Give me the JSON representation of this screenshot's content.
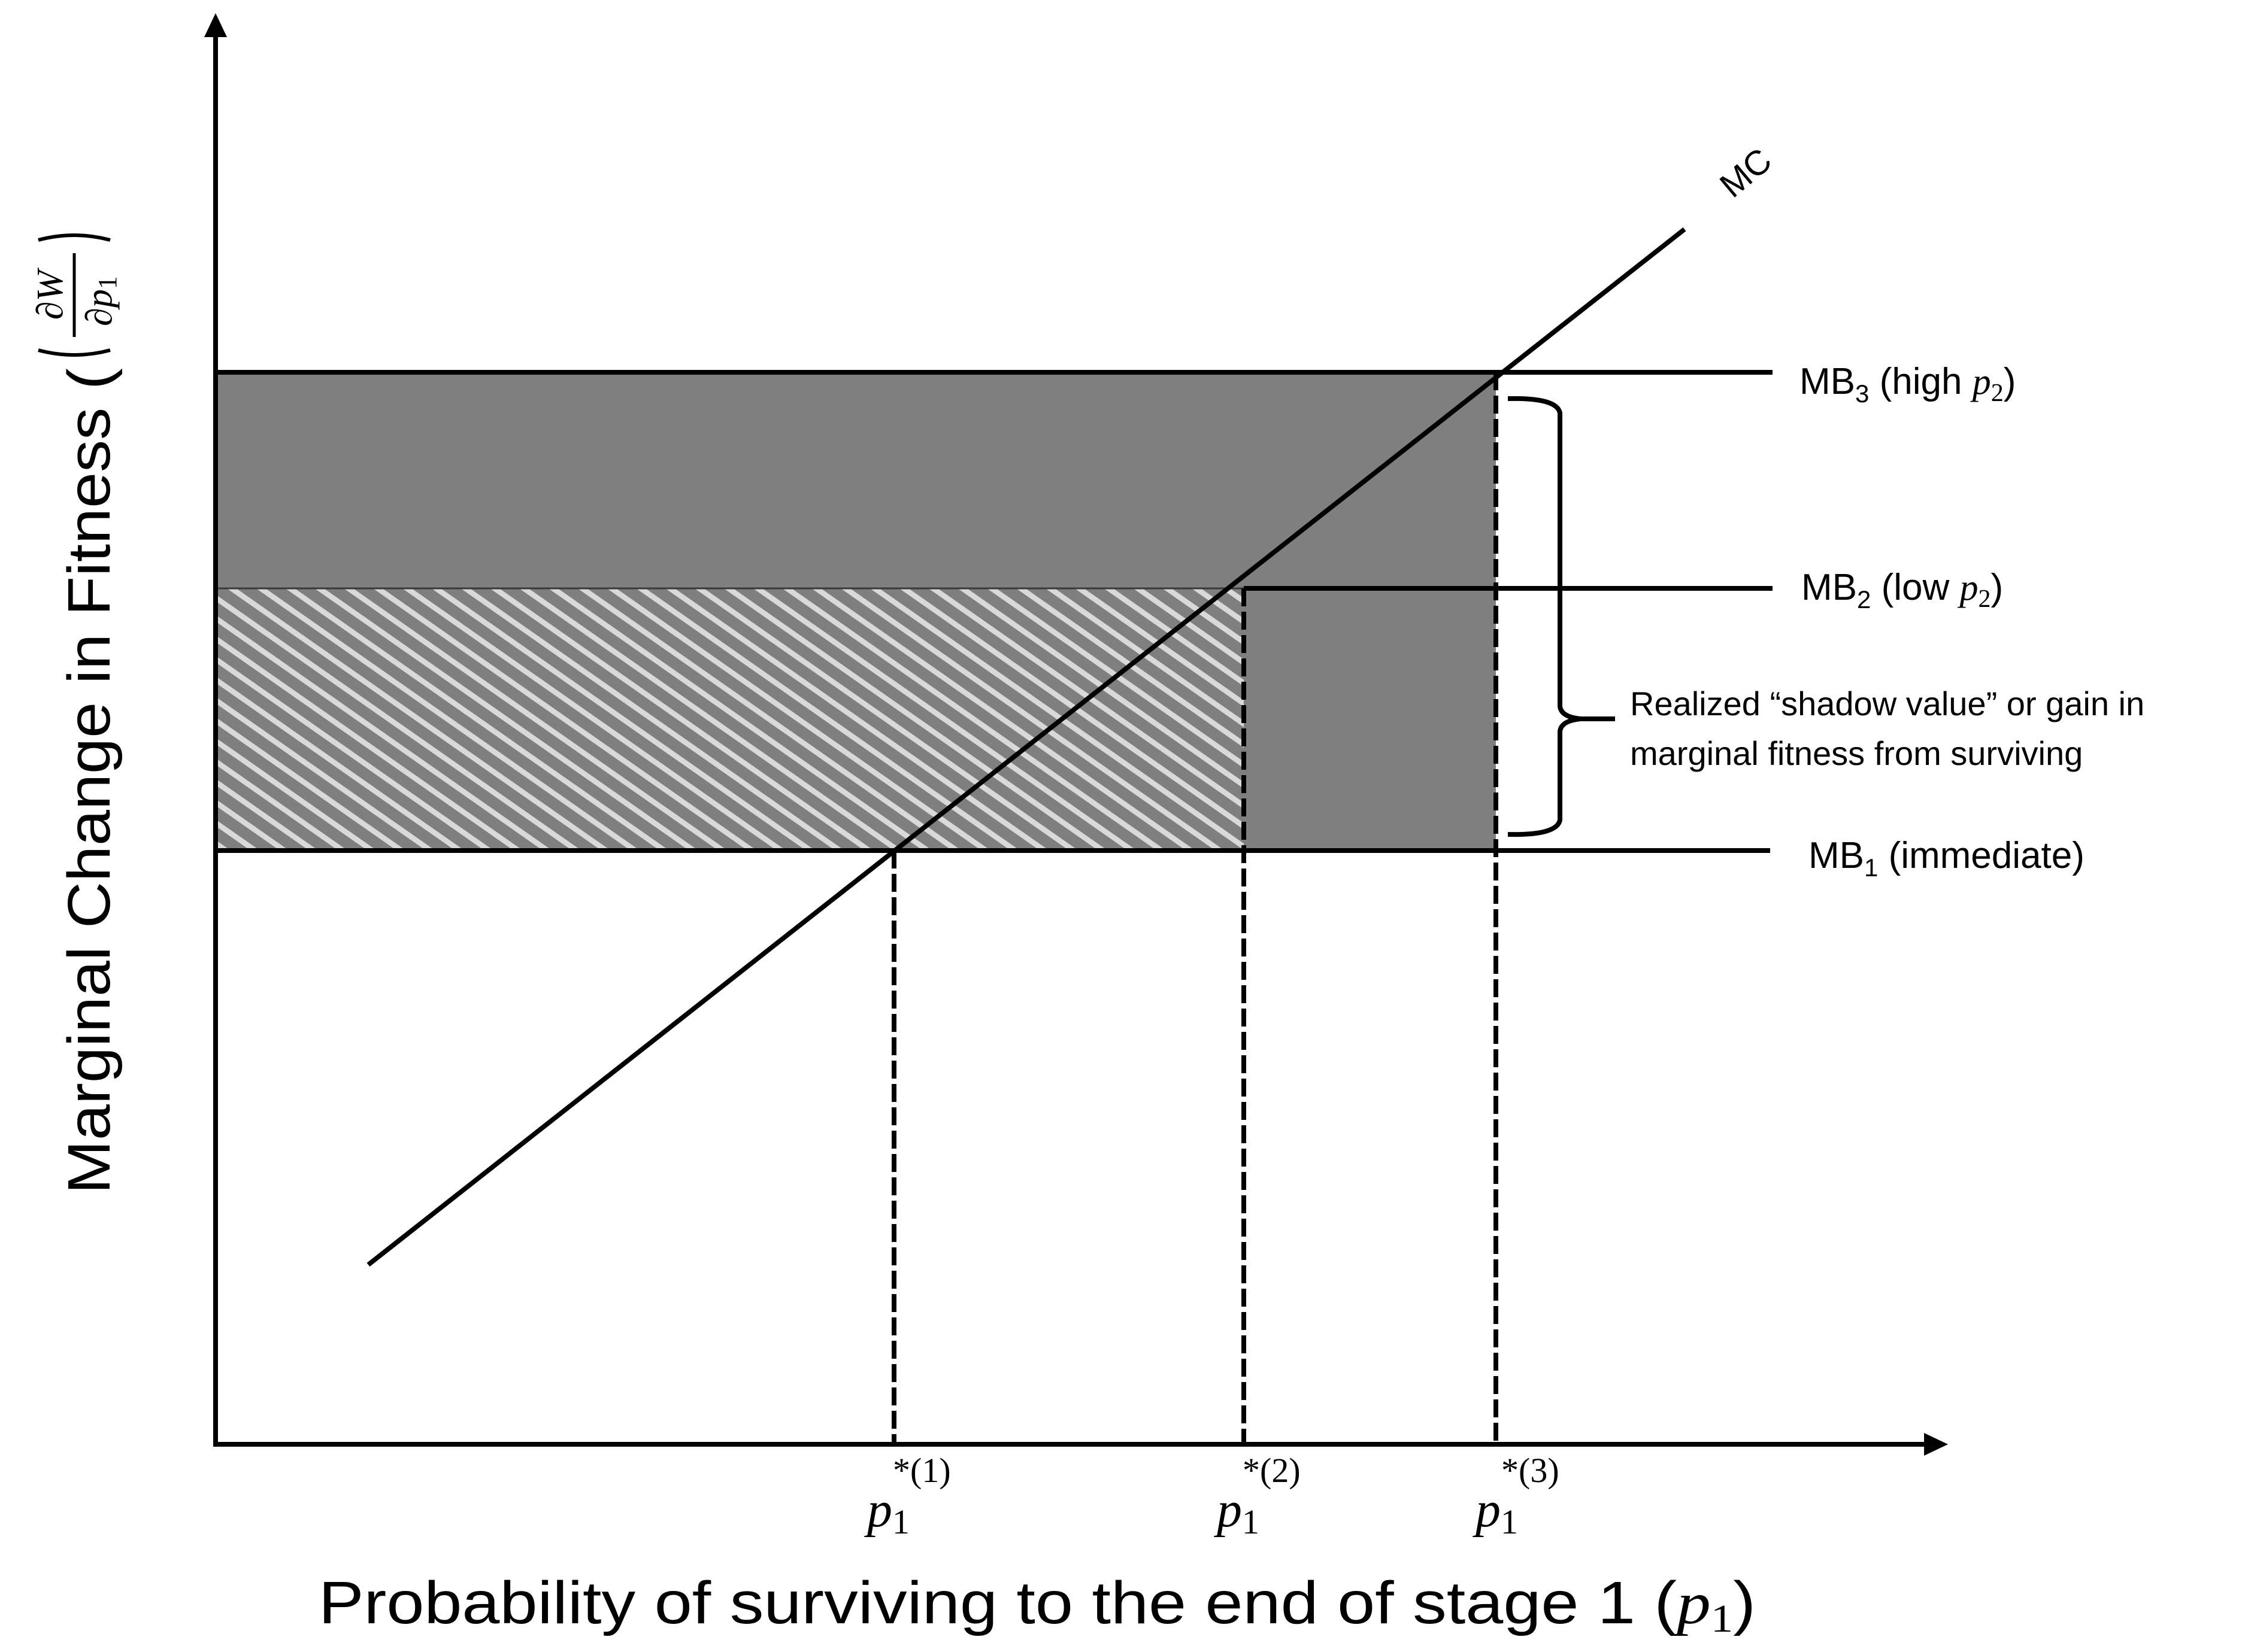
{
  "figure": {
    "y_axis_title": "Marginal Change in Fitness (",
    "y_axis_fraction_numerator": "∂W",
    "y_axis_fraction_denominator_d": "∂p",
    "y_axis_fraction_denominator_sub": "1",
    "y_axis_close_paren": ")",
    "x_axis_title": "Probability of surviving to the end of stage 1 (",
    "x_axis_title_var": "p",
    "x_axis_title_sub": "1",
    "x_axis_title_close": ")",
    "curve_label": "MC",
    "benefit_lines": [
      {
        "prefix": "MB",
        "sub": "3",
        "text": " (high ",
        "var": "p",
        "var_sub": "2",
        "close": ")"
      },
      {
        "prefix": "MB",
        "sub": "2",
        "text": " (low ",
        "var": "p",
        "var_sub": "2",
        "close": ")"
      },
      {
        "prefix": "MB",
        "sub": "1",
        "text": " (immediate)"
      }
    ],
    "annotation": {
      "line1": "Realized “shadow value” or gain in",
      "line2": "marginal fitness from surviving"
    },
    "ticks": [
      {
        "var": "p",
        "sub": "1",
        "sup": "*(1)"
      },
      {
        "var": "p",
        "sub": "1",
        "sup": "*(2)"
      },
      {
        "var": "p",
        "sub": "1",
        "sup": "*(3)"
      }
    ],
    "colors": {
      "line": "#000000",
      "shade_solid": "#7f7f7f",
      "hatch_light": "#d9d9d9",
      "background": "#ffffff"
    }
  },
  "chart_data": {
    "type": "line",
    "title": "",
    "xlabel": "Probability of surviving to the end of stage 1 (p1)",
    "ylabel": "Marginal Change in Fitness (∂W/∂p1)",
    "grid": false,
    "series": [
      {
        "name": "MC",
        "kind": "upward-sloping line",
        "points": [
          [
            0.09,
            0.21
          ],
          [
            0.86,
            0.86
          ]
        ]
      },
      {
        "name": "MB3 (high p2)",
        "kind": "horizontal",
        "y": 0.64
      },
      {
        "name": "MB2 (low p2)",
        "kind": "horizontal",
        "y": 0.51
      },
      {
        "name": "MB1 (immediate)",
        "kind": "horizontal",
        "y": 0.35
      }
    ],
    "equilibria": [
      {
        "label": "p1*(1)",
        "x": 0.39,
        "intersection": "MC = MB1"
      },
      {
        "label": "p1*(2)",
        "x": 0.6,
        "intersection": "MC = MB2"
      },
      {
        "label": "p1*(3)",
        "x": 0.74,
        "intersection": "MC = MB3"
      }
    ],
    "shaded_regions": [
      {
        "name": "hatched",
        "x": [
          0,
          0.6
        ],
        "y": [
          "MB1",
          "MB2"
        ]
      },
      {
        "name": "solid gray",
        "x": [
          0,
          0.74
        ],
        "y": [
          "MB2",
          "MB3"
        ]
      },
      {
        "name": "solid gray",
        "x": [
          0.6,
          0.74
        ],
        "y": [
          "MB1",
          "MB2"
        ]
      }
    ],
    "annotations": [
      "MC",
      "Realized “shadow value” or gain in marginal fitness from surviving"
    ],
    "xlim": [
      0,
      1
    ],
    "ylim": [
      0,
      1
    ]
  }
}
